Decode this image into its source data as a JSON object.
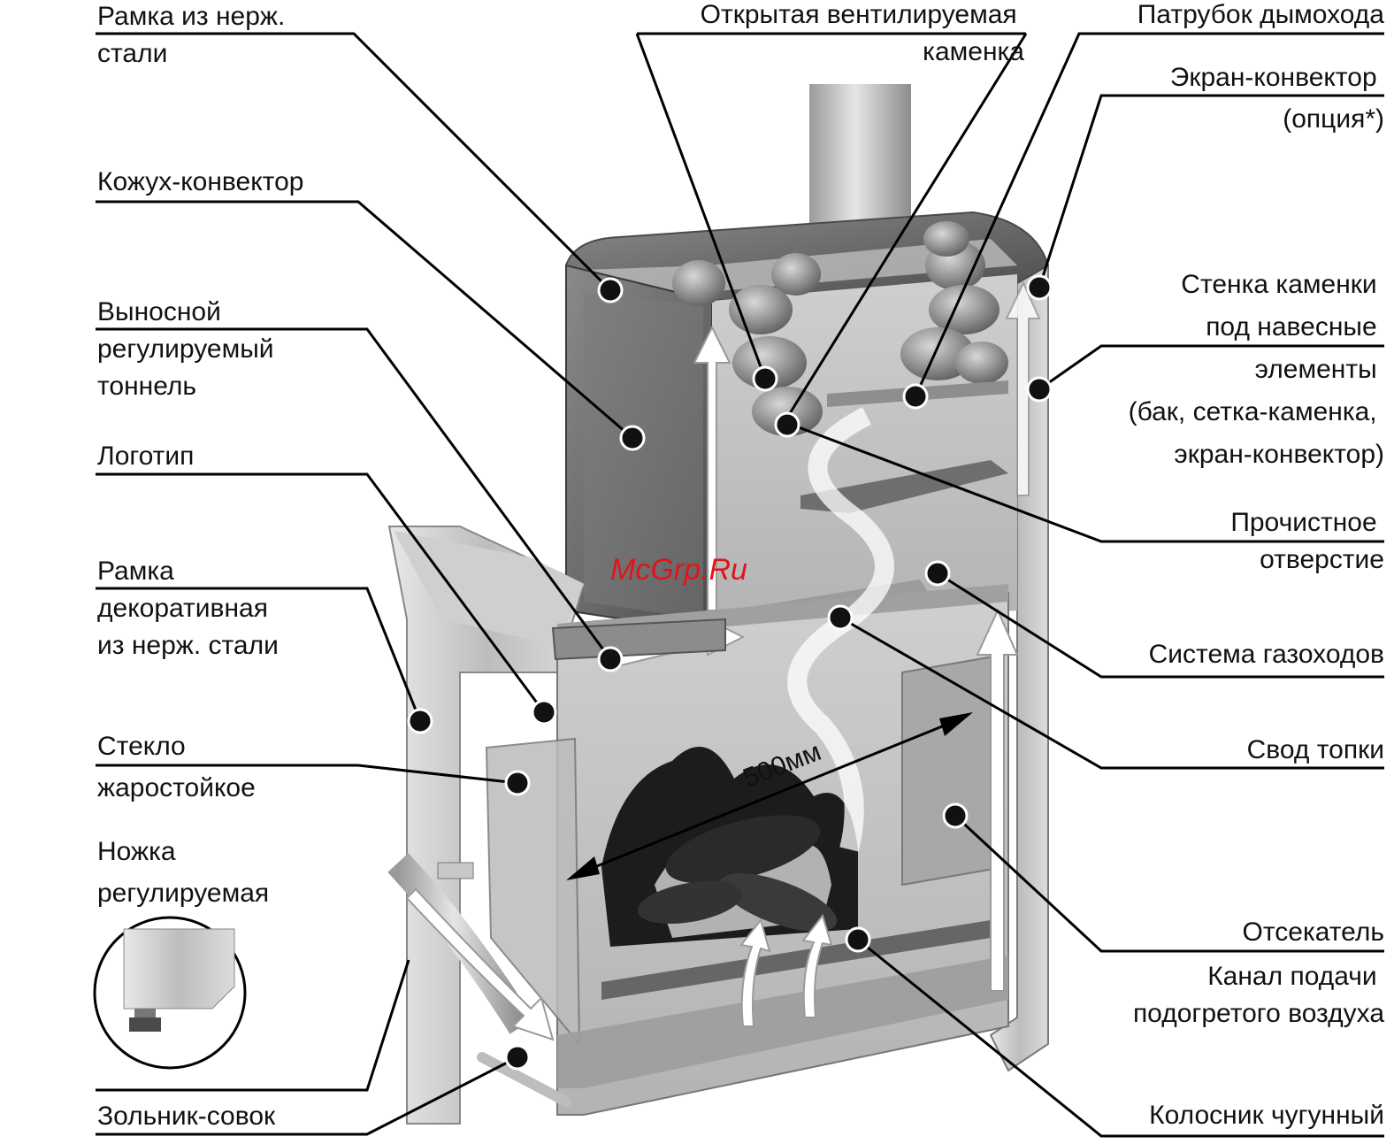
{
  "labels_left": {
    "frame_stainless": [
      "Рамка из нерж.",
      "стали"
    ],
    "convector_casing": "Кожух-конвектор",
    "tunnel": [
      "Выносной",
      "регулируемый",
      "тоннель"
    ],
    "logo": "Логотип",
    "decor_frame": [
      "Рамка",
      "декоративная",
      "из нерж. стали"
    ],
    "glass": [
      "Стекло",
      "жаростойкое"
    ],
    "leg": [
      "Ножка",
      "регулируемая"
    ],
    "ash_pan": "Зольник-совок"
  },
  "labels_top": {
    "heater": [
      "Открытая вентилируемая",
      "каменка"
    ],
    "flue_pipe": "Патрубок дымохода"
  },
  "labels_right": {
    "screen": [
      "Экран-конвектор",
      "(опция*)"
    ],
    "heater_wall": [
      "Стенка каменки",
      "под навесные",
      "элементы",
      "(бак, сетка-каменка,",
      "экран-конвектор)"
    ],
    "cleaning_hole": [
      "Прочистное",
      "отверстие"
    ],
    "gas_ducts": "Система газоходов",
    "vault": "Свод топки",
    "cutter": "Отсекатель",
    "air_channel": [
      "Канал подачи",
      "подогретого воздуха"
    ],
    "grate": "Колосник чугунный"
  },
  "dimension": "500мм",
  "watermark": "McGrp.Ru",
  "colors": {
    "metal_light": "#d9d9d9",
    "metal_mid": "#a8a8a8",
    "metal_dark": "#5a5a5a",
    "fire": "#1a1a1a",
    "watermark": "#e0141b"
  }
}
